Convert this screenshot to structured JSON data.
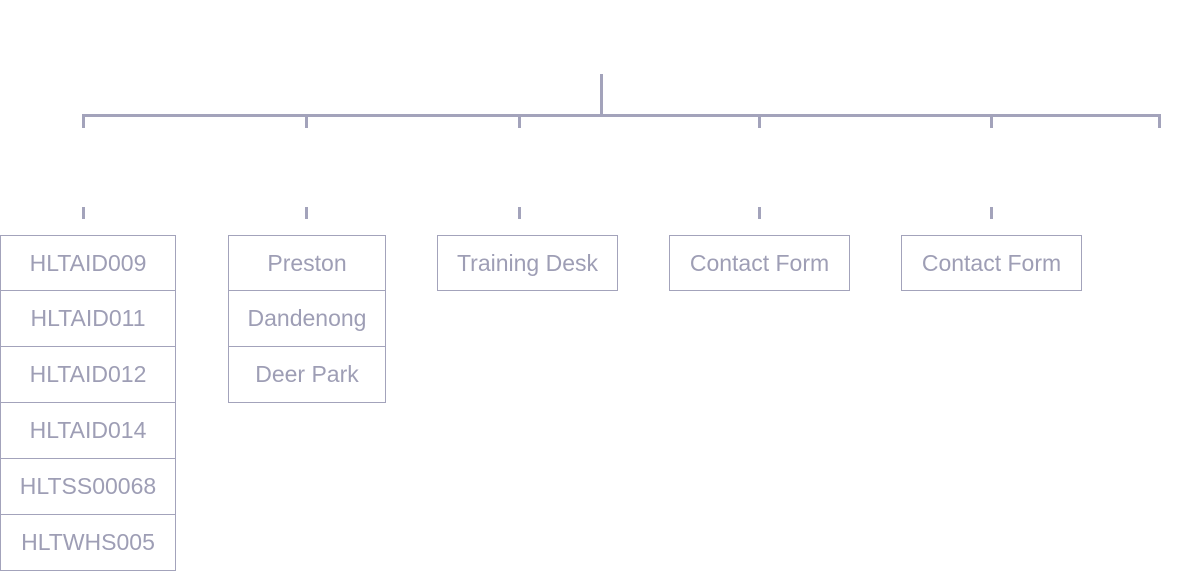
{
  "columns": [
    {
      "items": [
        "HLTAID009",
        "HLTAID011",
        "HLTAID012",
        "HLTAID014",
        "HLTSS00068",
        "HLTWHS005"
      ]
    },
    {
      "items": [
        "Preston",
        "Dandenong",
        "Deer Park"
      ]
    },
    {
      "items": [
        "Training Desk"
      ]
    },
    {
      "items": [
        "Contact Form"
      ]
    },
    {
      "items": [
        "Contact Form"
      ]
    }
  ],
  "colors": {
    "line": "#a3a3bb",
    "text": "#9e9eb5"
  }
}
